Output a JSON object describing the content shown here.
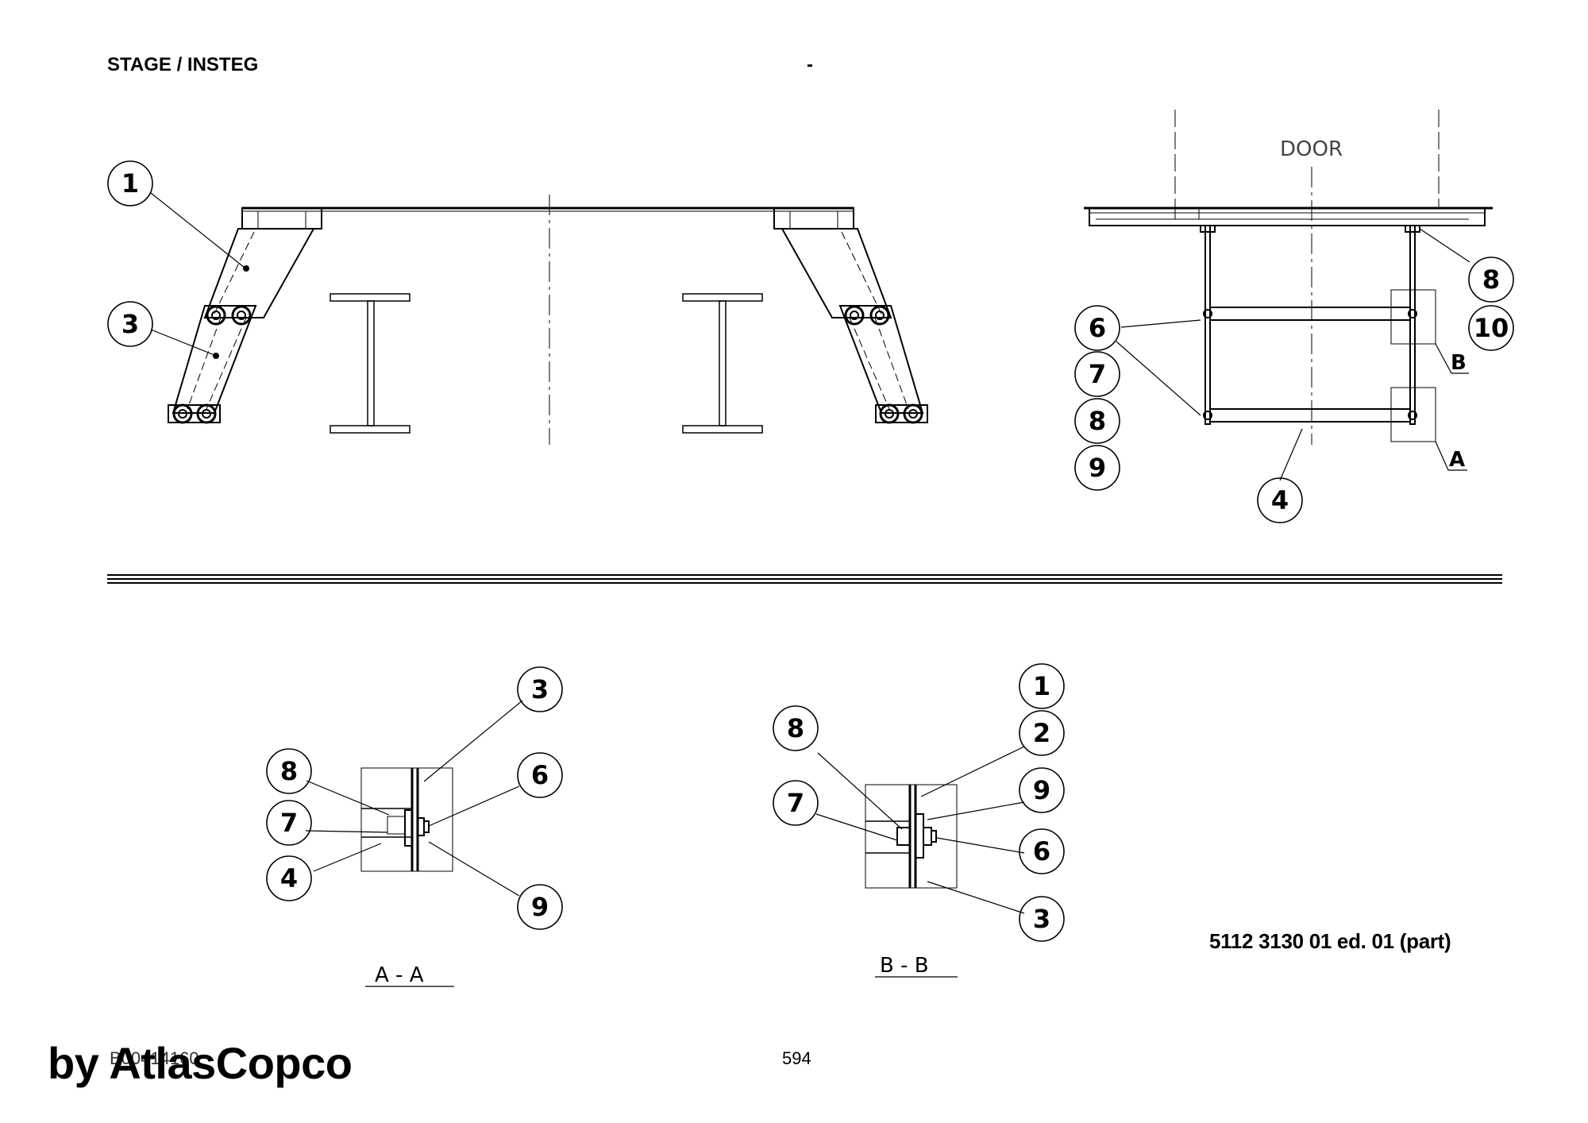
{
  "header": {
    "title": "STAGE / INSTEG",
    "dash": "-"
  },
  "drawing": {
    "door_label": "DOOR",
    "section_a_label": "A - A",
    "section_b_label": "B - B",
    "marker_a": "A",
    "marker_b": "B",
    "front_view_callouts": [
      "1",
      "3"
    ],
    "side_view_callouts": [
      "6",
      "7",
      "8",
      "9",
      "4",
      "8",
      "10"
    ],
    "section_a_callouts": [
      "3",
      "8",
      "6",
      "7",
      "4",
      "9"
    ],
    "section_b_callouts": [
      "1",
      "8",
      "2",
      "9",
      "7",
      "6",
      "3"
    ]
  },
  "footer": {
    "part_number": "5112 3130 01 ed. 01 (part)",
    "doc_code": "B00414160",
    "page_number": "594",
    "watermark": "by AtlasCopco"
  }
}
